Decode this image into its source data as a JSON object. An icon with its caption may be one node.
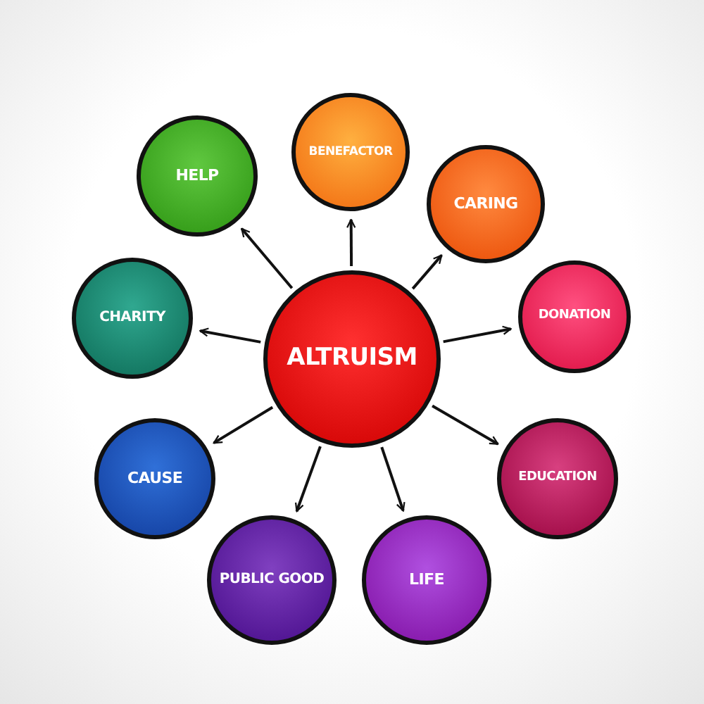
{
  "diagram": {
    "nodes": [
      {
        "text": [
          "ALTRUISM"
        ]
      },
      {
        "text": [
          "BENEFACTOR"
        ]
      },
      {
        "text": [
          "CARING"
        ]
      },
      {
        "text": [
          "DONATION"
        ]
      },
      {
        "text": [
          "EDUCATION"
        ]
      },
      {
        "text": [
          "LIFE"
        ]
      },
      {
        "text": [
          "PUBLIC GOOD"
        ]
      },
      {
        "text": [
          "CAUSE"
        ]
      },
      {
        "text": [
          "CHARITY"
        ]
      },
      {
        "text": [
          "HELP"
        ]
      }
    ],
    "edges": [
      {
        "from": 0,
        "to": 1,
        "arrow": "to"
      },
      {
        "from": 0,
        "to": 2,
        "arrow": "to"
      },
      {
        "from": 0,
        "to": 3,
        "arrow": "to"
      },
      {
        "from": 0,
        "to": 4,
        "arrow": "to"
      },
      {
        "from": 0,
        "to": 5,
        "arrow": "to"
      },
      {
        "from": 0,
        "to": 6,
        "arrow": "to"
      },
      {
        "from": 0,
        "to": 7,
        "arrow": "to"
      },
      {
        "from": 0,
        "to": 8,
        "arrow": "to"
      },
      {
        "from": 0,
        "to": 9,
        "arrow": "to"
      }
    ]
  }
}
